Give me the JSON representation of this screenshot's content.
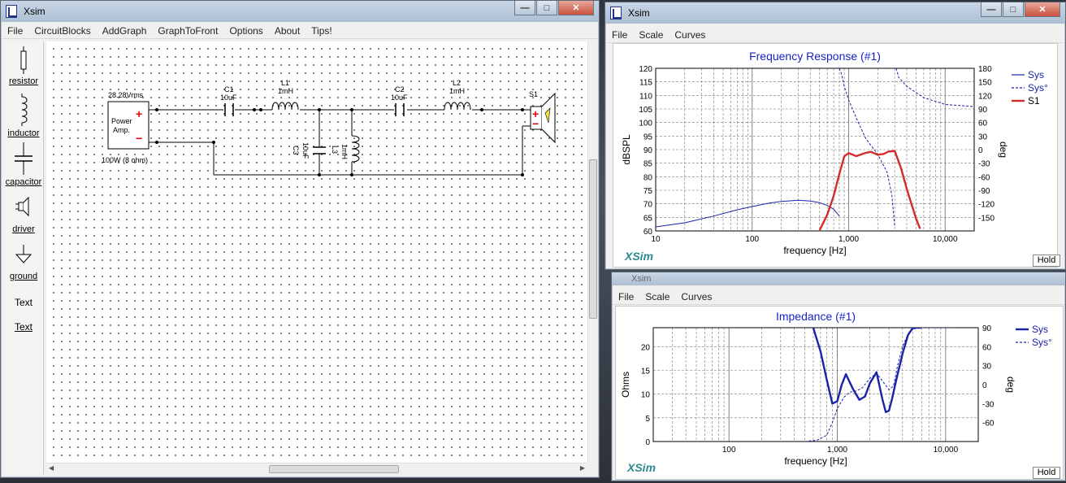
{
  "schematic_window": {
    "title": "Xsim",
    "minimize": "—",
    "maximize": "□",
    "close": "✕",
    "menu": [
      "File",
      "CircuitBlocks",
      "AddGraph",
      "GraphToFront",
      "Options",
      "About",
      "Tips!"
    ],
    "palette": [
      {
        "label": "resistor",
        "icon": "resistor-icon"
      },
      {
        "label": "inductor",
        "icon": "inductor-icon"
      },
      {
        "label": "capacitor",
        "icon": "capacitor-icon"
      },
      {
        "label": "driver",
        "icon": "speaker-icon"
      },
      {
        "label": "ground",
        "icon": "ground-icon"
      },
      {
        "label": "Text",
        "icon": "text-icon"
      },
      {
        "label": "Text",
        "icon": "underlined-text-icon"
      }
    ],
    "schematic": {
      "source_voltage": "28.28Vrms",
      "source_name_line1": "Power",
      "source_name_line2": "Amp.",
      "source_power": "100W (8 ohm)",
      "plus": "+",
      "minus": "−",
      "c1_name": "C1",
      "c1_value": "10uF",
      "l1_name": "L1",
      "l1_value": "1mH",
      "c2_name": "C2",
      "c2_value": "10uF",
      "l2_name": "L2",
      "l2_value": "1mH",
      "c3_name": "C3",
      "c3_value": "10uF",
      "l3_name": "L3",
      "l3_value": "1mH",
      "s1_name": "S1"
    }
  },
  "freq_window": {
    "title": "Xsim",
    "menu": [
      "File",
      "Scale",
      "Curves"
    ],
    "hold": "Hold",
    "watermark": "XSim",
    "minimize": "—",
    "maximize": "□",
    "close": "✕"
  },
  "imp_window": {
    "title": "Xsim",
    "menu": [
      "File",
      "Scale",
      "Curves"
    ],
    "hold": "Hold",
    "watermark": "XSim"
  },
  "chart_data": [
    {
      "type": "line",
      "title": "Frequency Response (#1)",
      "xlabel": "frequency [Hz]",
      "ylabel": "dBSPL",
      "y2label": "deg",
      "xscale": "log",
      "xlim": [
        10,
        20000
      ],
      "ylim": [
        60,
        120
      ],
      "y2lim": [
        -180,
        180
      ],
      "x_ticks": [
        "10",
        "100",
        "1,000",
        "10,000"
      ],
      "y_ticks": [
        "60",
        "65",
        "70",
        "75",
        "80",
        "85",
        "90",
        "95",
        "100",
        "105",
        "110",
        "115",
        "120"
      ],
      "y2_ticks": [
        "-150",
        "-120",
        "-90",
        "-60",
        "-30",
        "0",
        "30",
        "60",
        "90",
        "120",
        "150",
        "180"
      ],
      "grid": true,
      "legend": "top-right",
      "series": [
        {
          "name": "Sys",
          "axis": "y",
          "style": "solid-thin",
          "color": "#1a22a8",
          "x": [
            10,
            20,
            40,
            70,
            100,
            150,
            200,
            300,
            400,
            500,
            600,
            700,
            800
          ],
          "y": [
            61.5,
            63,
            65.5,
            67.8,
            69,
            70.3,
            70.9,
            71.3,
            71,
            70.4,
            69.4,
            68,
            65.5
          ]
        },
        {
          "name": "Sys°",
          "axis": "y2",
          "style": "dashed-thin",
          "color": "#1a22a8",
          "x": [
            800,
            850,
            900,
            1000,
            1200,
            1500,
            2000,
            2500,
            2800,
            3000,
            3100,
            3300,
            4000,
            6000,
            10000,
            20000
          ],
          "y": [
            180,
            165,
            140,
            110,
            70,
            25,
            -10,
            -50,
            -100,
            -170,
            180,
            160,
            140,
            115,
            100,
            95
          ]
        },
        {
          "name": "S1",
          "axis": "y",
          "style": "solid-thick",
          "color": "#d42a2a",
          "x": [
            500,
            600,
            700,
            800,
            900,
            1000,
            1200,
            1500,
            1700,
            2000,
            2300,
            2600,
            3000,
            3500,
            4000,
            5000,
            5500
          ],
          "y": [
            60.3,
            66,
            73,
            81,
            87.5,
            88.7,
            87.6,
            88.8,
            89.2,
            88.1,
            88.4,
            89.3,
            89.5,
            83,
            75.5,
            64.5,
            60.8
          ]
        }
      ]
    },
    {
      "type": "line",
      "title": "Impedance (#1)",
      "xlabel": "frequency [Hz]",
      "ylabel": "Ohms",
      "y2label": "deg",
      "xscale": "log",
      "xlim": [
        20,
        20000
      ],
      "ylim": [
        0,
        24
      ],
      "y2lim": [
        -90,
        90
      ],
      "x_ticks": [
        "100",
        "1,000",
        "10,000"
      ],
      "x_tick_values": [
        100,
        1000,
        10000
      ],
      "y_ticks": [
        "0",
        "5",
        "10",
        "15",
        "20"
      ],
      "y2_ticks": [
        "-60",
        "-30",
        "0",
        "30",
        "60",
        "90"
      ],
      "grid": true,
      "legend": "top-right",
      "series": [
        {
          "name": "Sys",
          "axis": "y",
          "style": "solid-thick",
          "color": "#1a22a8",
          "x": [
            600,
            700,
            800,
            900,
            1000,
            1100,
            1200,
            1400,
            1600,
            1800,
            2000,
            2300,
            2600,
            2800,
            3000,
            3200,
            3500,
            4000,
            4500,
            5000,
            6000
          ],
          "y": [
            24,
            19,
            13,
            8,
            8.5,
            12,
            14.2,
            11,
            8.8,
            9.5,
            12.3,
            14.6,
            9,
            6.2,
            6.5,
            9,
            13,
            18.5,
            22.5,
            24,
            24
          ]
        },
        {
          "name": "Sys°",
          "axis": "y2",
          "style": "dashed-thin",
          "color": "#1a22a8",
          "x": [
            500,
            650,
            800,
            900,
            1000,
            1150,
            1300,
            1500,
            1700,
            2000,
            2300,
            2600,
            3000,
            3300,
            3600,
            4000,
            4500,
            5000,
            6000,
            8000,
            12000
          ],
          "y": [
            -90,
            -88,
            -80,
            -60,
            -38,
            -20,
            -12,
            -10,
            -5,
            10,
            18,
            6,
            -8,
            -2,
            30,
            60,
            80,
            88,
            90,
            90,
            90
          ]
        }
      ]
    }
  ]
}
